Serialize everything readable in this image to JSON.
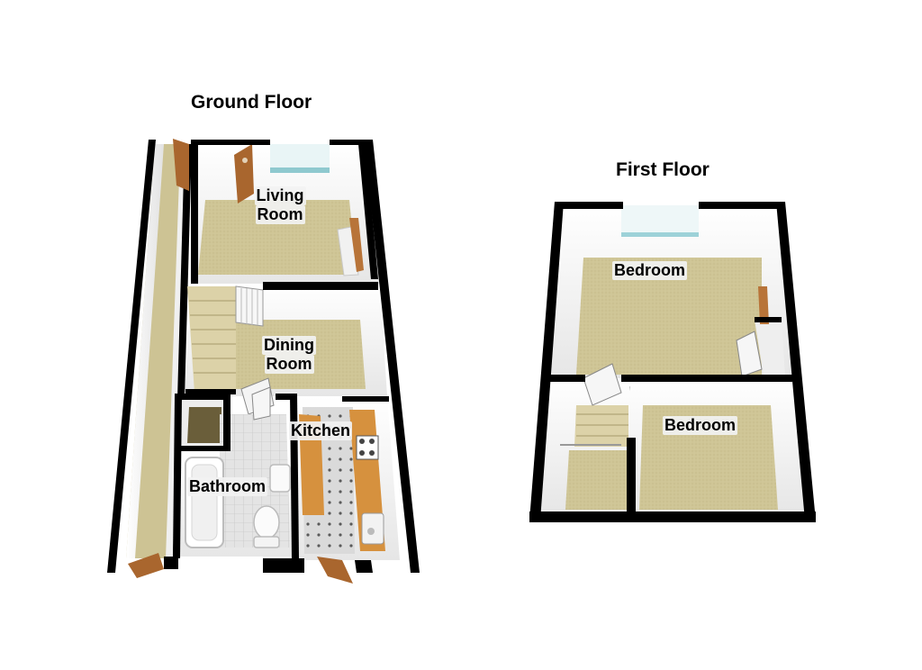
{
  "floors": {
    "ground": {
      "title": "Ground Floor",
      "rooms": {
        "living_room": [
          "Living",
          "Room"
        ],
        "dining_room": [
          "Dining",
          "Room"
        ],
        "kitchen": "Kitchen",
        "bathroom": "Bathroom"
      }
    },
    "first": {
      "title": "First Floor",
      "rooms": {
        "bedroom_1": "Bedroom",
        "bedroom_2": "Bedroom"
      }
    }
  },
  "colors": {
    "wall": "#000000",
    "wall_face": "#f4f4f4",
    "carpet": "#cdc394",
    "bath_tile": "#e6e6e6",
    "kitchen_floor": "#d8d8d8",
    "worktop": "#d6913e",
    "door": "#a9662e",
    "window": "#bfe3e6",
    "stairs": "#dcd2a8"
  }
}
